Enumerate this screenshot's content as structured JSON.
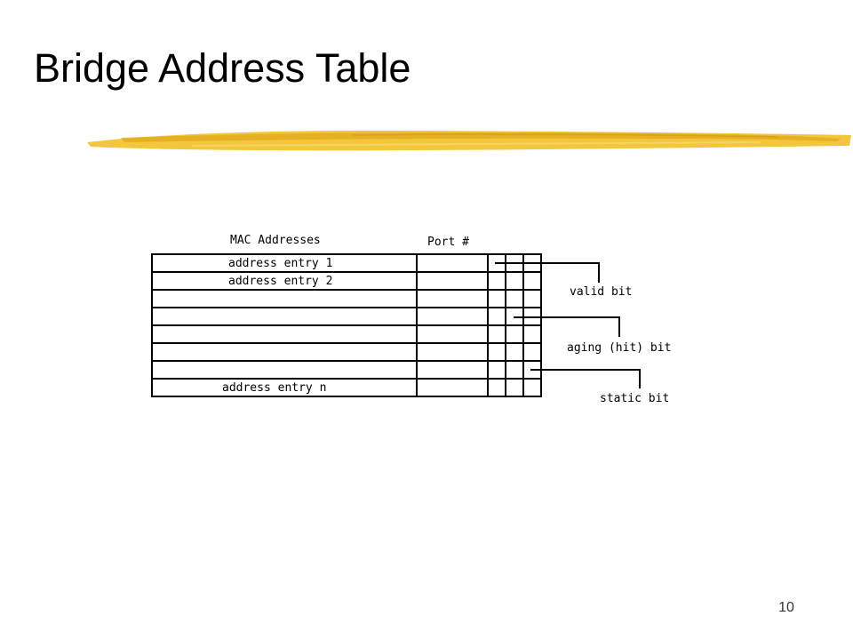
{
  "slide": {
    "title": "Bridge Address Table",
    "page_number": "10",
    "accent_color": "#f2c12e"
  },
  "table": {
    "header_mac": "MAC Addresses",
    "header_port": "Port #",
    "rows": [
      "address entry 1",
      "address entry 2",
      "",
      "",
      "",
      "",
      "address entry n"
    ]
  },
  "callouts": {
    "valid": "valid bit",
    "aging": "aging (hit) bit",
    "static": "static bit"
  }
}
